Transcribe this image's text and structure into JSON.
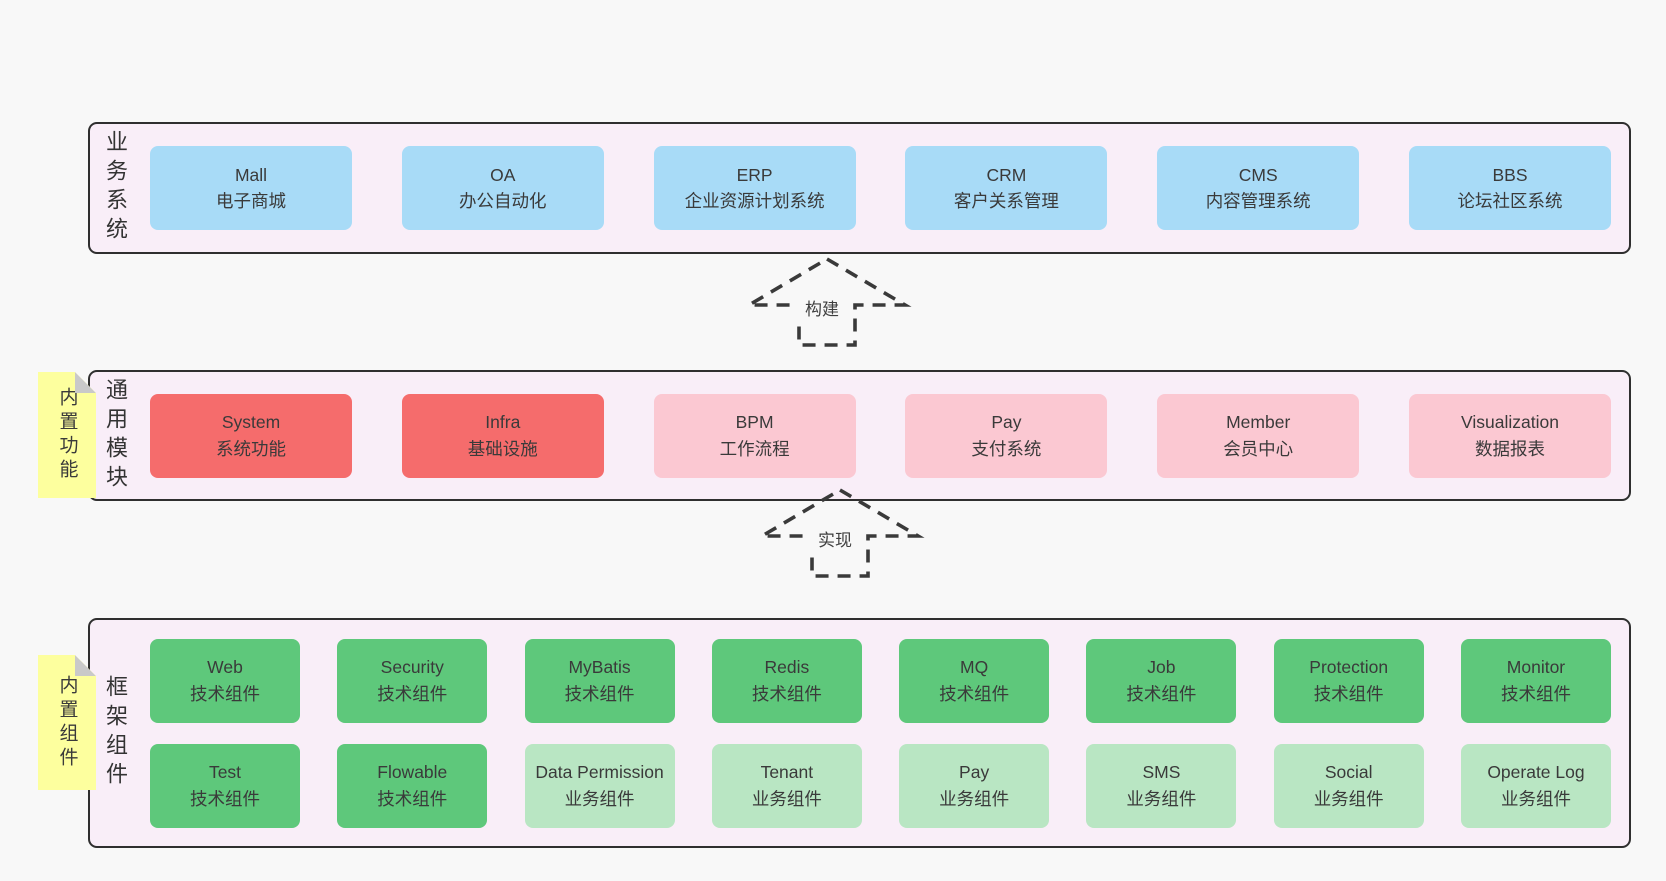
{
  "palette": {
    "page_bg": "#f8f8f8",
    "band_bg": "#f9eef8",
    "band_border": "#2f2f2f",
    "blue_box": "#a8dbf7",
    "red_box": "#f56c6c",
    "pink_box": "#fbc8d2",
    "green_box": "#5ec87b",
    "light_green_box": "#b9e6c3",
    "sticky_yellow": "#fdff9e",
    "sticky_fold": "#c9c9c9",
    "text": "#3a3a3a"
  },
  "arrows": [
    {
      "label": "构建"
    },
    {
      "label": "实现"
    }
  ],
  "bands": [
    {
      "label": "业务系统",
      "rows": [
        [
          {
            "name": "Mall",
            "desc": "电子商城",
            "type": "blue"
          },
          {
            "name": "OA",
            "desc": "办公自动化",
            "type": "blue"
          },
          {
            "name": "ERP",
            "desc": "企业资源计划系统",
            "type": "blue"
          },
          {
            "name": "CRM",
            "desc": "客户关系管理",
            "type": "blue"
          },
          {
            "name": "CMS",
            "desc": "内容管理系统",
            "type": "blue"
          },
          {
            "name": "BBS",
            "desc": "论坛社区系统",
            "type": "blue"
          }
        ]
      ]
    },
    {
      "label": "通用模块",
      "sticky": "内置功能",
      "rows": [
        [
          {
            "name": "System",
            "desc": "系统功能",
            "type": "red"
          },
          {
            "name": "Infra",
            "desc": "基础设施",
            "type": "red"
          },
          {
            "name": "BPM",
            "desc": "工作流程",
            "type": "pink"
          },
          {
            "name": "Pay",
            "desc": "支付系统",
            "type": "pink"
          },
          {
            "name": "Member",
            "desc": "会员中心",
            "type": "pink"
          },
          {
            "name": "Visualization",
            "desc": "数据报表",
            "type": "pink"
          }
        ]
      ]
    },
    {
      "label": "框架组件",
      "sticky": "内置组件",
      "rows": [
        [
          {
            "name": "Web",
            "desc": "技术组件",
            "type": "green"
          },
          {
            "name": "Security",
            "desc": "技术组件",
            "type": "green"
          },
          {
            "name": "MyBatis",
            "desc": "技术组件",
            "type": "green"
          },
          {
            "name": "Redis",
            "desc": "技术组件",
            "type": "green"
          },
          {
            "name": "MQ",
            "desc": "技术组件",
            "type": "green"
          },
          {
            "name": "Job",
            "desc": "技术组件",
            "type": "green"
          },
          {
            "name": "Protection",
            "desc": "技术组件",
            "type": "green"
          },
          {
            "name": "Monitor",
            "desc": "技术组件",
            "type": "green"
          }
        ],
        [
          {
            "name": "Test",
            "desc": "技术组件",
            "type": "green"
          },
          {
            "name": "Flowable",
            "desc": "技术组件",
            "type": "green"
          },
          {
            "name": "Data Permission",
            "desc": "业务组件",
            "type": "lightgreen"
          },
          {
            "name": "Tenant",
            "desc": "业务组件",
            "type": "lightgreen"
          },
          {
            "name": "Pay",
            "desc": "业务组件",
            "type": "lightgreen"
          },
          {
            "name": "SMS",
            "desc": "业务组件",
            "type": "lightgreen"
          },
          {
            "name": "Social",
            "desc": "业务组件",
            "type": "lightgreen"
          },
          {
            "name": "Operate Log",
            "desc": "业务组件",
            "type": "lightgreen"
          }
        ]
      ]
    }
  ]
}
